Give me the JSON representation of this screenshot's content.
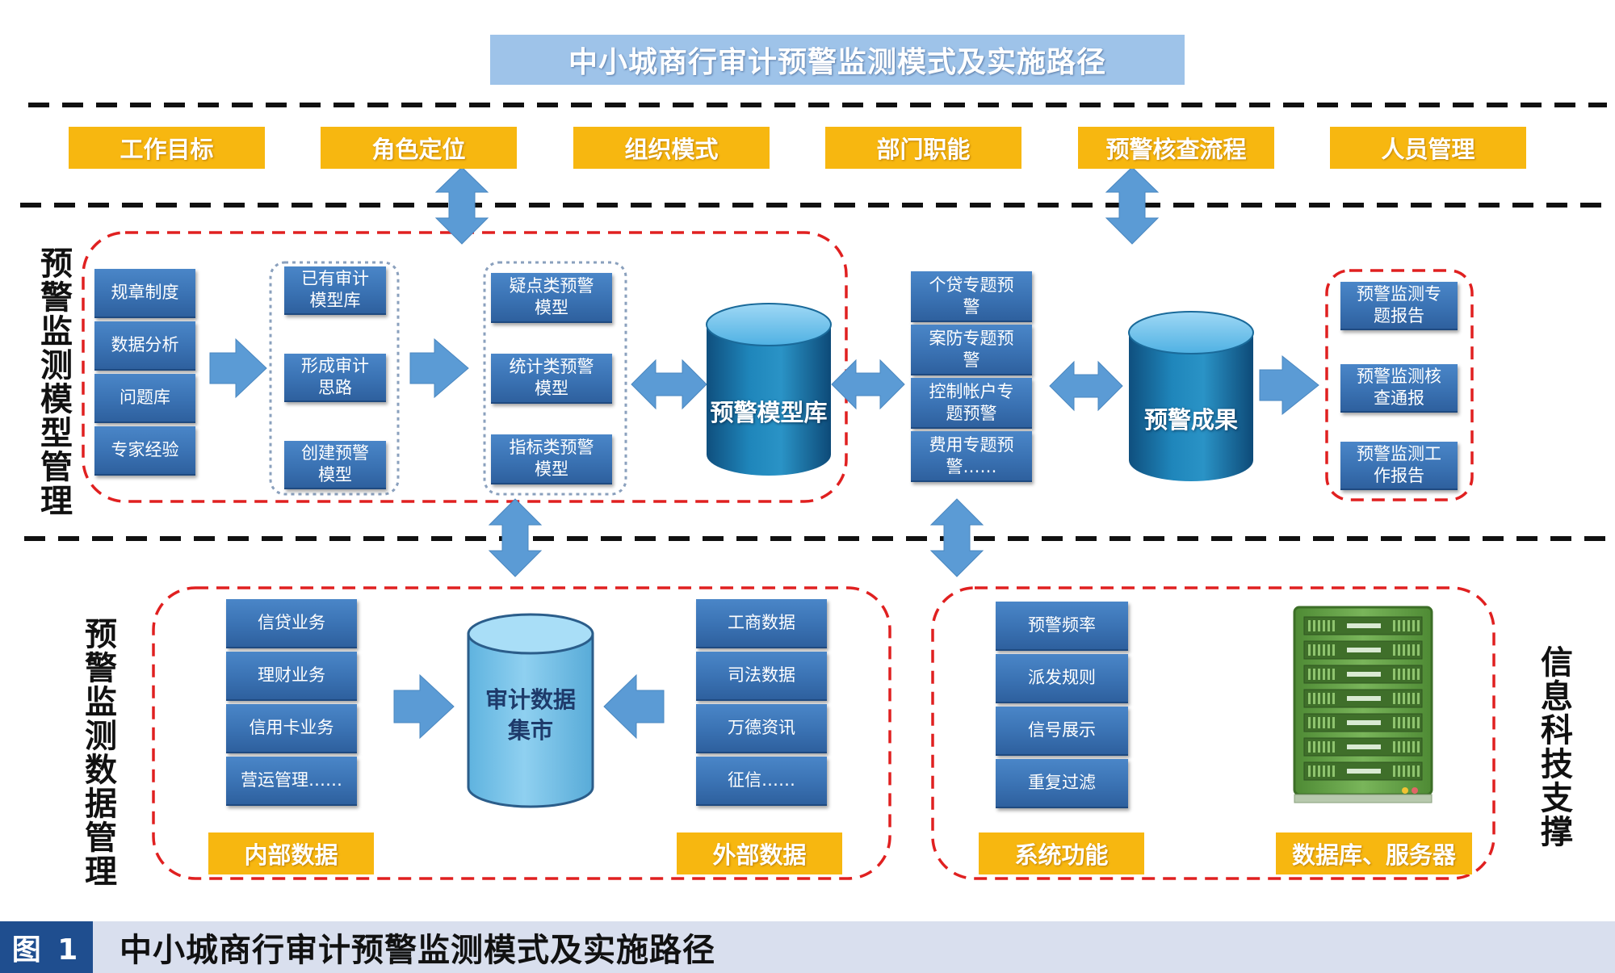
{
  "title": "中小城商行审计预警监测模式及实施路径",
  "top_labels": [
    "工作目标",
    "角色定位",
    "组织模式",
    "部门职能",
    "预警核查流程",
    "人员管理"
  ],
  "side_labels": {
    "model_mgmt": "预警监测模型管理",
    "data_mgmt": "预警监测数据管理",
    "tech_support": "信息科技支撑"
  },
  "inputs": [
    "规章制度",
    "数据分析",
    "问题库",
    "专家经验"
  ],
  "model_build": [
    "已有审计模型库",
    "形成审计思路",
    "创建预警模型"
  ],
  "model_types": [
    "疑点类预警模型",
    "统计类预警模型",
    "指标类预警模型"
  ],
  "model_db": "预警模型库",
  "topics": [
    "个贷专题预警",
    "案防专题预警",
    "控制帐户专题预警",
    "费用专题预警……"
  ],
  "results": "预警成果",
  "reports": [
    "预警监测专题报告",
    "预警监测核查通报",
    "预警监测工作报告"
  ],
  "internal_data": [
    "信贷业务",
    "理财业务",
    "信用卡业务",
    "营运管理……"
  ],
  "audit_mart": "审计数据集市",
  "external_data": [
    "工商数据",
    "司法数据",
    "万德资讯",
    "征信……"
  ],
  "system_functions": [
    "预警频率",
    "派发规则",
    "信号展示",
    "重复过滤"
  ],
  "bottom_labels": {
    "internal": "内部数据",
    "external": "外部数据",
    "system": "系统功能",
    "servers": "数据库、服务器"
  },
  "caption": {
    "tag": "图 1",
    "text": "中小城商行审计预警监测模式及实施路径"
  },
  "colors": {
    "title_bg": "#9ec3e9",
    "label_yellow": "#f7b710",
    "box_blue": "#3a72b3",
    "arrow_blue": "#5b9bd5",
    "dashed_red": "#e02020",
    "cylinder_teal": "#1c6fa0",
    "server_green": "#6aa84f",
    "caption_tag_bg": "#1f4e8f",
    "caption_bg": "#d9dfee"
  }
}
